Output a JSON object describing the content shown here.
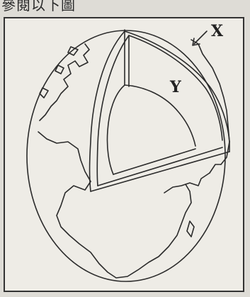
{
  "header": {
    "text": "參閱以下圖"
  },
  "diagram": {
    "labels": {
      "x": "X",
      "y": "Y"
    },
    "colors": {
      "line": "#2b2b2b",
      "background": "#eeece6",
      "frame": "#333333"
    }
  }
}
